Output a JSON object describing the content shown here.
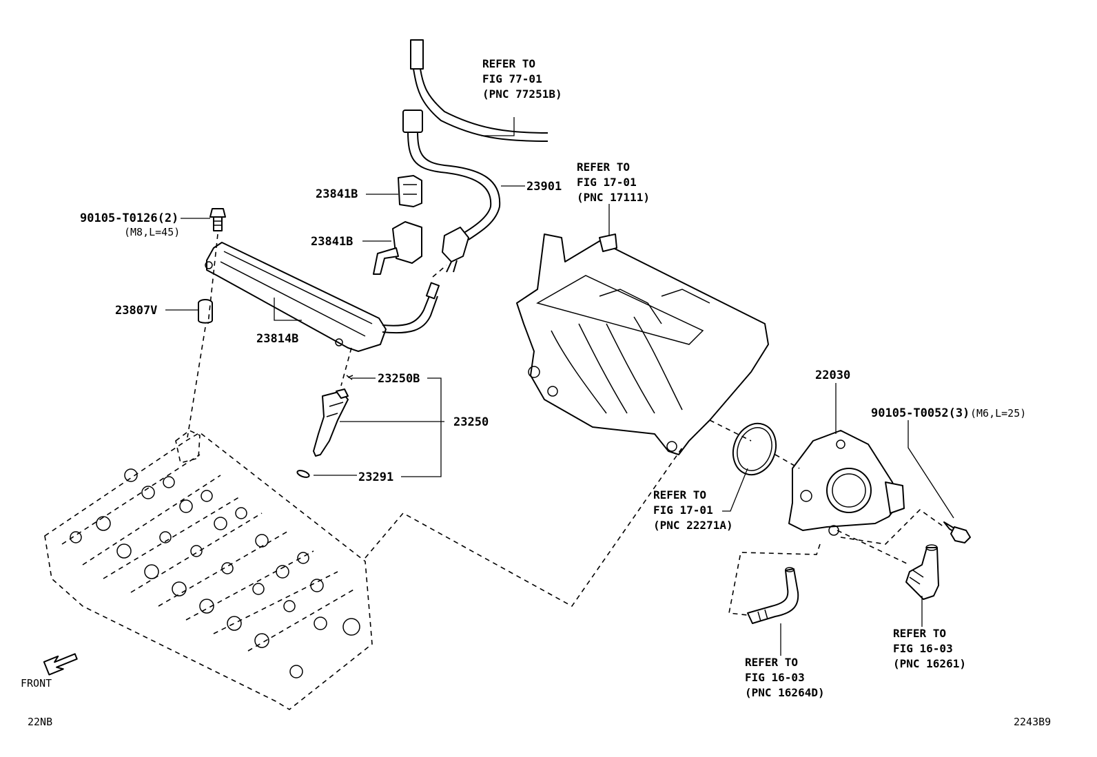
{
  "labels": {
    "p_23901": "23901",
    "p_23841b_upper": "23841B",
    "p_23841b_lower": "23841B",
    "p_90105_t0126": "90105-T0126(2)",
    "p_90105_t0126_spec": "(M8,L=45)",
    "p_23807v": "23807V",
    "p_23814b": "23814B",
    "p_23250b": "23250B",
    "p_23250": "23250",
    "p_23291": "23291",
    "p_22030": "22030",
    "p_90105_t0052": "90105-T0052(3)",
    "p_90105_t0052_spec": "(M6,L=25)"
  },
  "refs": {
    "fig77": [
      "REFER TO",
      "FIG 77-01",
      "(PNC 77251B)"
    ],
    "fig17_manifold": [
      "REFER TO",
      "FIG 17-01",
      "(PNC 17111)"
    ],
    "fig17_gasket": [
      "REFER TO",
      "FIG 17-01",
      "(PNC 22271A)"
    ],
    "fig16_lower": [
      "REFER TO",
      "FIG 16-03",
      "(PNC 16264D)"
    ],
    "fig16_right": [
      "REFER TO",
      "FIG 16-03",
      "(PNC 16261)"
    ]
  },
  "front_label": "FRONT",
  "corner_left": "22NB",
  "corner_right": "2243B9",
  "icons": [
    "front-arrow-icon"
  ]
}
